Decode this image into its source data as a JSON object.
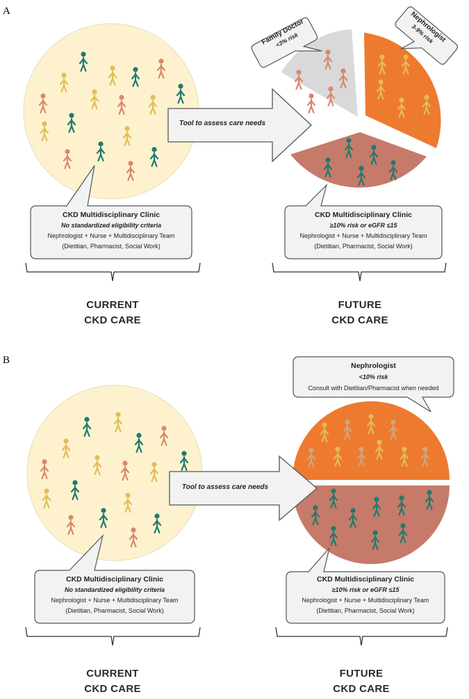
{
  "panel_a": {
    "label": "A",
    "arrow_text": "Tool to assess care needs",
    "current_box": {
      "title": "CKD Multidisciplinary Clinic",
      "subtitle": "No standardized eligibility criteria",
      "line1": "Nephrologist + Nurse + Multidisciplinary Team",
      "line2": "(Dietitian, Pharmacist, Social Work)"
    },
    "future_box": {
      "title": "CKD Multidisciplinary Clinic",
      "subtitle": "≥10% risk or eGFR ≤15",
      "line1": "Nephrologist + Nurse + Multidisciplinary Team",
      "line2": "(Dietitian, Pharmacist, Social Work)"
    },
    "family_doctor": {
      "title": "Family Doctor",
      "risk": "<3% risk"
    },
    "nephrologist": {
      "title": "Nephrologist",
      "risk": "3-9% risk"
    },
    "current_label": {
      "line1": "CURRENT",
      "line2": "CKD CARE"
    },
    "future_label": {
      "line1": "FUTURE",
      "line2": "CKD CARE"
    }
  },
  "panel_b": {
    "label": "B",
    "arrow_text": "Tool to assess care needs",
    "nephrologist_box": {
      "title": "Nephrologist",
      "subtitle": "<10% risk",
      "line1": "Consult with Dietitian/Pharmacist when needed"
    },
    "current_box": {
      "title": "CKD Multidisciplinary Clinic",
      "subtitle": "No standardized eligibility criteria",
      "line1": "Nephrologist + Nurse + Multidisciplinary Team",
      "line2": "(Dietitian, Pharmacist, Social Work)"
    },
    "future_box": {
      "title": "CKD Multidisciplinary Clinic",
      "subtitle": "≥10% risk or eGFR ≤15",
      "line1": "Nephrologist + Nurse + Multidisciplinary Team",
      "line2": "(Dietitian, Pharmacist, Social Work)"
    },
    "current_label": {
      "line1": "CURRENT",
      "line2": "CKD CARE"
    },
    "future_label": {
      "line1": "FUTURE",
      "line2": "CKD CARE"
    }
  },
  "colors": {
    "circle_fill": "#fdf2cd",
    "circle_stroke": "#e6dcb8",
    "teal": "#1f7a6e",
    "salmon": "#d9876a",
    "yellow": "#e2bd55",
    "gray_wedge": "#d9d9d9",
    "orange_wedge": "#ee7a30",
    "rose_wedge": "#c67a6a",
    "box_fill": "#f2f2f2",
    "box_stroke": "#555555"
  }
}
